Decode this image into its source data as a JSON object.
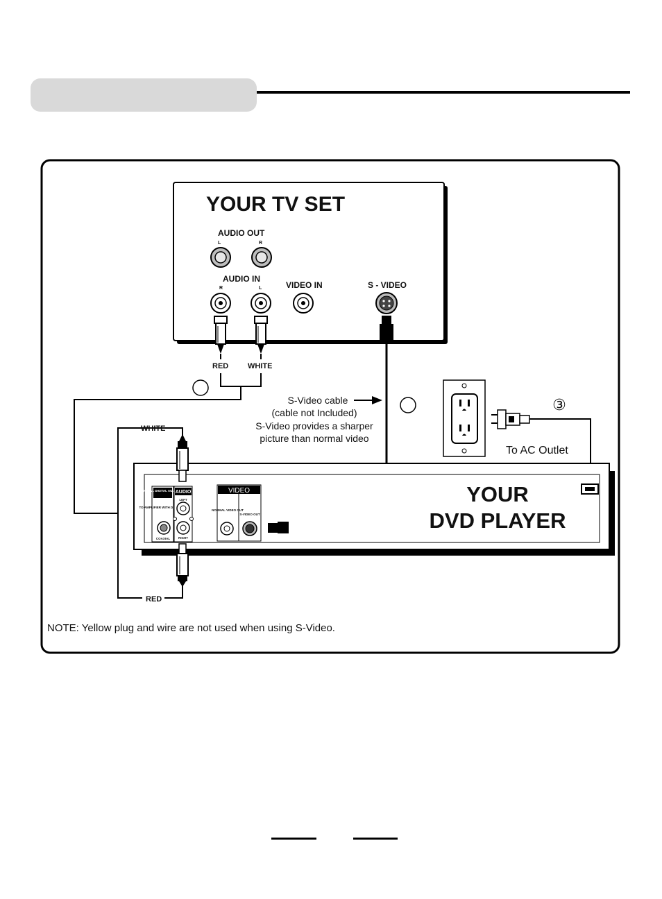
{
  "tv": {
    "title": "YOUR TV SET",
    "audio_out_label": "AUDIO OUT",
    "audio_out_left": "L",
    "audio_out_right": "R",
    "audio_in_label": "AUDIO IN",
    "audio_in_right": "R",
    "audio_in_left": "L",
    "video_in_label": "VIDEO IN",
    "svideo_label": "S - VIDEO"
  },
  "plugs": {
    "red": "RED",
    "white": "WHITE"
  },
  "svideo_note": {
    "line1": "S-Video cable",
    "line2": "(cable not Included)",
    "line3": "S-Video provides a sharper",
    "line4": "picture than normal video"
  },
  "outlet": {
    "step_number": "③",
    "to_ac": "To AC Outlet"
  },
  "dvd": {
    "title_line1": "YOUR",
    "title_line2": "DVD PLAYER",
    "coaxial_header": "COAXIAL DIGITAL AUDIO OUT",
    "coaxial_sub": "TO AMPLIFIER WITH DECODER",
    "coaxial_label": "COAXIAL",
    "audio_header": "AUDIO",
    "audio_left": "LEFT",
    "audio_right": "RIGHT",
    "video_header": "VIDEO",
    "normal_video_out": "NORMAL VIDEO OUT",
    "svideo_out": "S-VIDEO OUT"
  },
  "side_labels": {
    "white": "WHITE",
    "red": "RED"
  },
  "note": "NOTE: Yellow plug and wire are not used when using S-Video."
}
